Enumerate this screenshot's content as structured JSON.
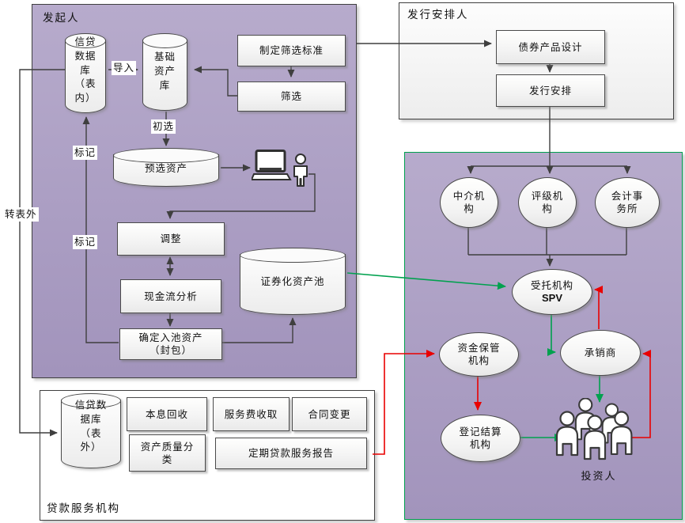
{
  "colors": {
    "panel_purple": "#AFA2C6",
    "panel_border": "#3F3F3F",
    "market_border_green": "#00A14E",
    "arrow_black": "#3F3F3F",
    "arrow_green": "#00A14E",
    "arrow_red": "#E90000",
    "node_fill": "#F5F5F5"
  },
  "left_label": "转表外",
  "originator": {
    "title": "发起人",
    "credit_db": "信贷\n数据\n库\n（表\n内）",
    "import_label": "导入",
    "base_asset_db": "基础\n资产\n库",
    "set_criteria": "制定筛选标准",
    "screening": "筛选",
    "initial_select_label": "初选",
    "preselect_assets": "预选资产",
    "mark_label_upper": "标记",
    "mark_label_lower": "标记",
    "adjust": "调整",
    "cashflow_analysis": "现金流分析",
    "confirm_pool_assets": "确定入池资产\n（封包）",
    "securitized_pool": "证券化资产池"
  },
  "arranger": {
    "title": "发行安排人",
    "bond_product_design": "债券产品设计",
    "issuance_arrangement": "发行安排"
  },
  "market": {
    "intermediary": "中介机\n构",
    "rating_agency": "评级机\n构",
    "accounting_firm": "会计事\n务所",
    "spv_line1": "受托机构",
    "spv_line2": "SPV",
    "underwriter": "承销商",
    "fund_custodian": "资金保管\n机构",
    "registry_settlement": "登记结算\n机构",
    "investors": "投资人"
  },
  "servicer": {
    "title": "贷款服务机构",
    "credit_db": "信贷数\n据库\n（表\n外）",
    "principal_interest": "本息回收",
    "service_fee": "服务费收取",
    "contract_change": "合同变更",
    "asset_quality": "资产质量分\n类",
    "periodic_report": "定期贷款服务报告"
  },
  "icons": {
    "analyst": "laptop-person-icon",
    "investors": "people-group-icon"
  }
}
